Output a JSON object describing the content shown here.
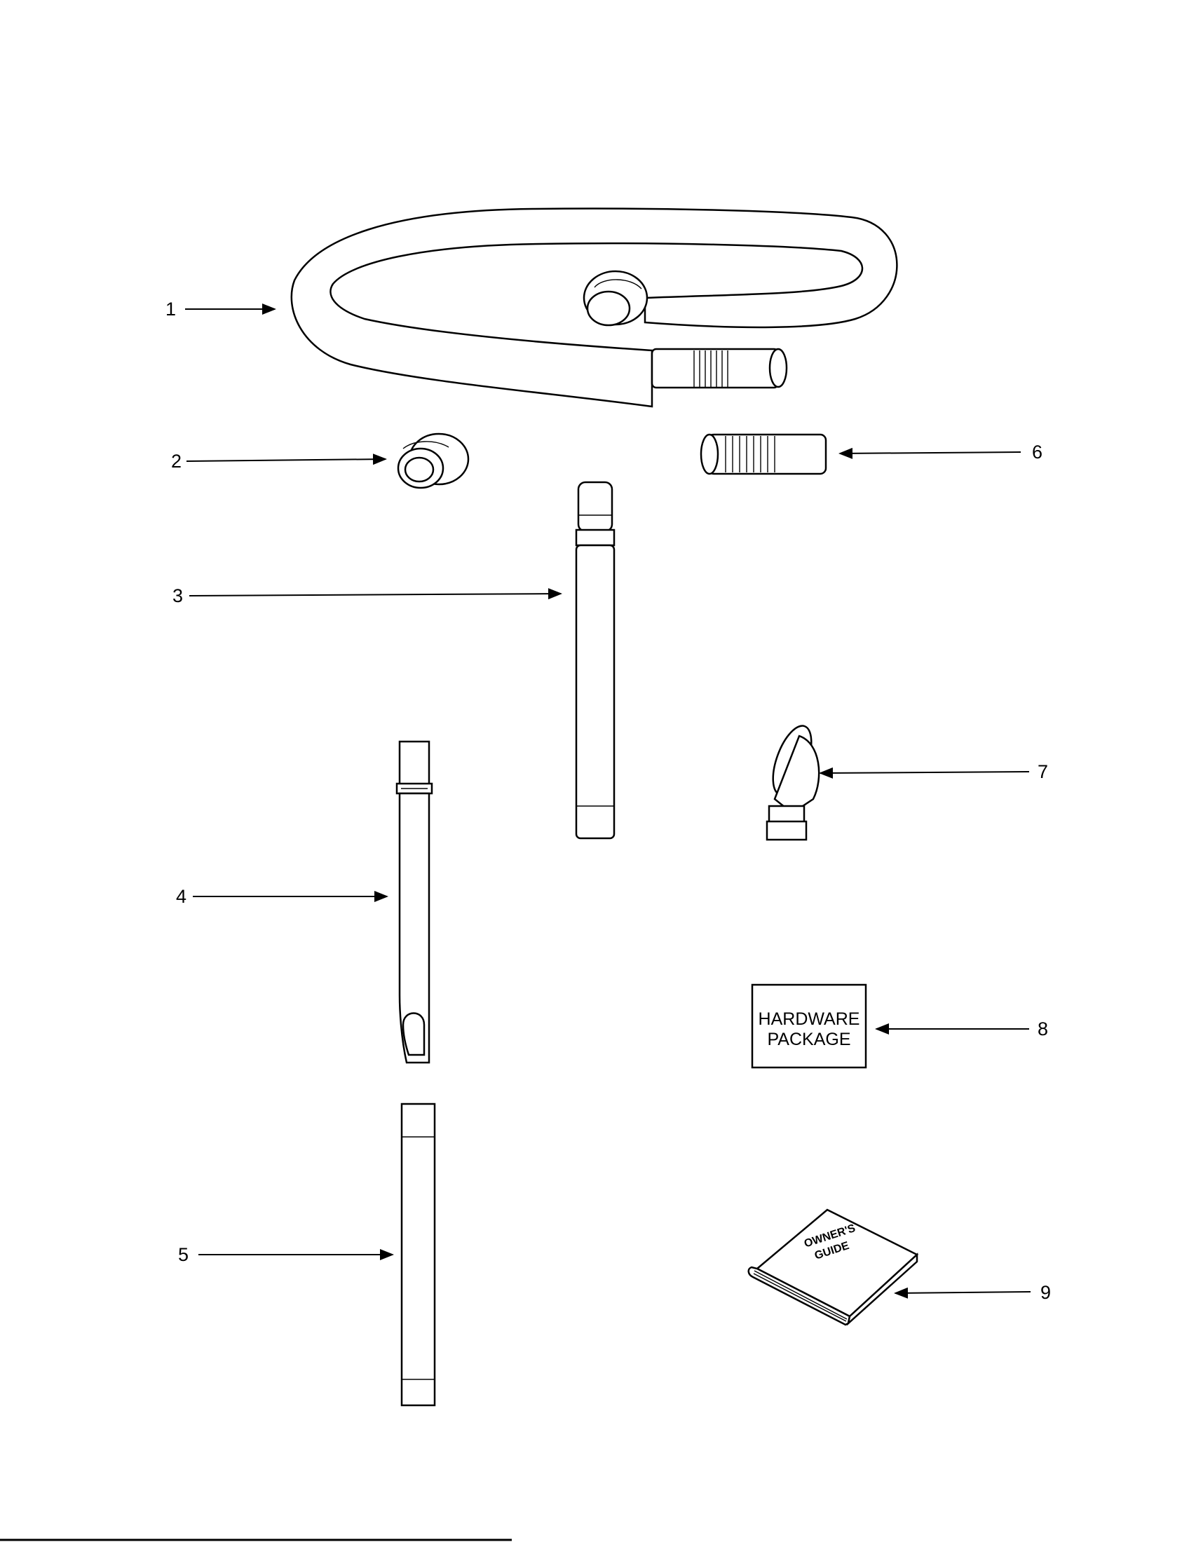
{
  "parts": [
    {
      "id": "1",
      "label": "1"
    },
    {
      "id": "2",
      "label": "2"
    },
    {
      "id": "3",
      "label": "3"
    },
    {
      "id": "4",
      "label": "4"
    },
    {
      "id": "5",
      "label": "5"
    },
    {
      "id": "6",
      "label": "6"
    },
    {
      "id": "7",
      "label": "7"
    },
    {
      "id": "8",
      "label": "8"
    },
    {
      "id": "9",
      "label": "9"
    }
  ],
  "hardware_package": {
    "line1": "HARDWARE",
    "line2": "PACKAGE"
  },
  "owners_guide": {
    "line1": "OWNER'S",
    "line2": "GUIDE"
  }
}
